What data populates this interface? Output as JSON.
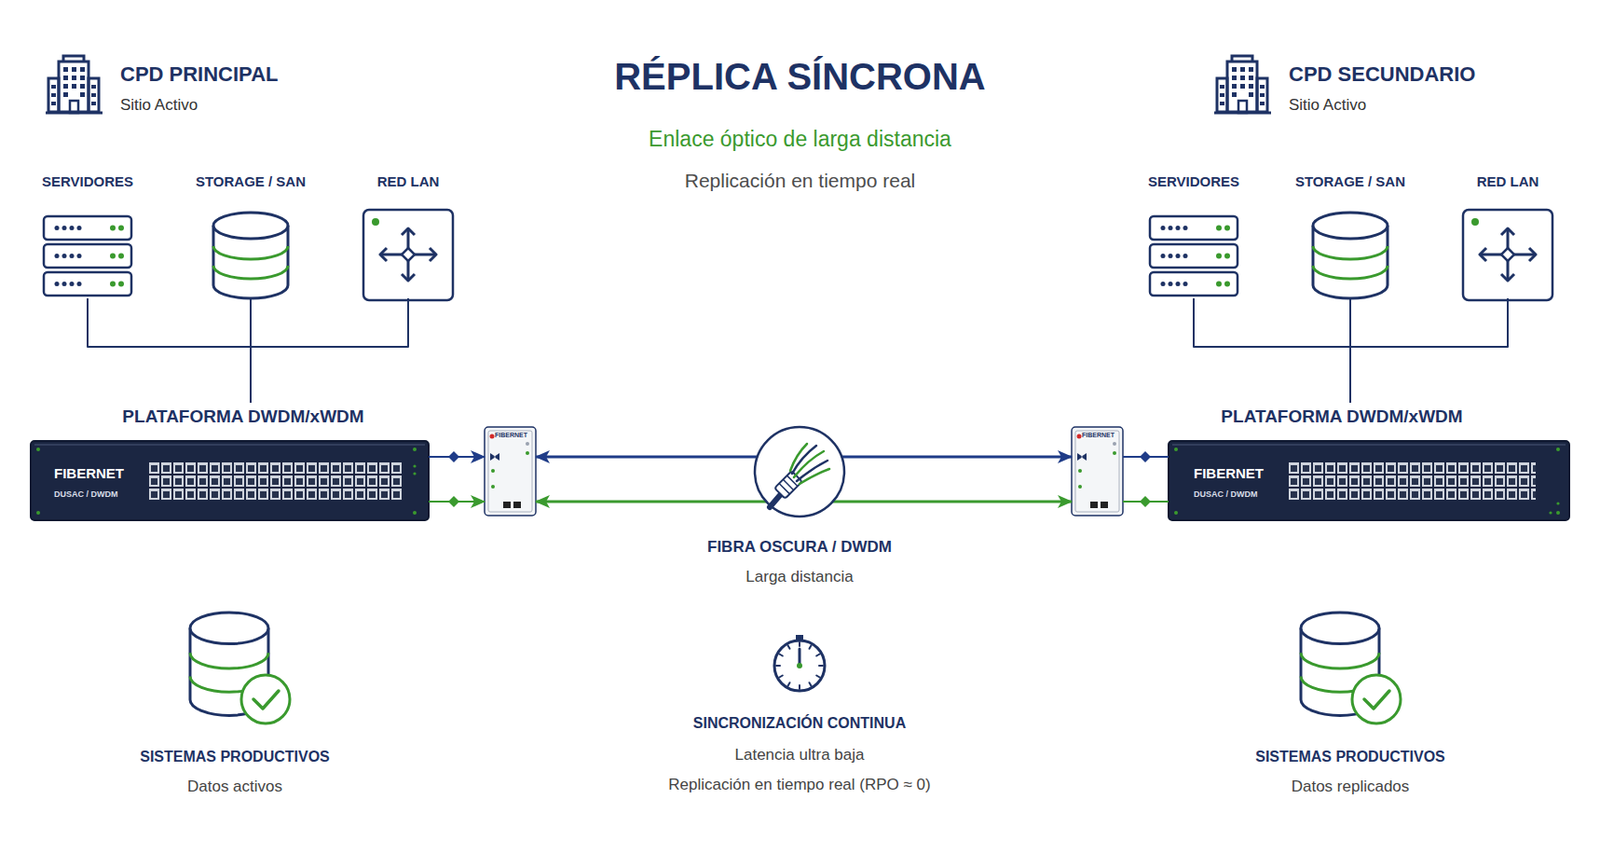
{
  "diagram": {
    "title": "RÉPLICA SÍNCRONA",
    "nodes": [
      {
        "text": [
          "CPD PRINCIPAL",
          "Sitio Activo"
        ]
      },
      {
        "text": [
          "CPD SECUNDARIO",
          "Sitio Activo"
        ]
      },
      {
        "text": [
          "SERVIDORES"
        ]
      },
      {
        "text": [
          "STORAGE / SAN"
        ]
      },
      {
        "text": [
          "RED LAN"
        ]
      },
      {
        "text": [
          "SERVIDORES"
        ]
      },
      {
        "text": [
          "STORAGE / SAN"
        ]
      },
      {
        "text": [
          "RED LAN"
        ]
      },
      {
        "text": [
          "PLATAFORMA DWDM/xWDM",
          "FIBERNET",
          "DUSAC / DWDM"
        ]
      },
      {
        "text": [
          "FIBERNET"
        ]
      },
      {
        "text": [
          "FIBRA OSCURA / DWDM",
          "Larga distancia"
        ]
      },
      {
        "text": [
          "FIBERNET"
        ]
      },
      {
        "text": [
          "PLATAFORMA DWDM/xWDM",
          "FIBERNET",
          "DUSAC / DWDM"
        ]
      },
      {
        "text": [
          "SISTEMAS PRODUCTIVOS",
          "Datos activos"
        ]
      },
      {
        "text": [
          "SINCRONIZACIÓN CONTINUA",
          "Latencia ultra baja",
          "Replicación en tiempo real (RPO ≈ 0)"
        ]
      },
      {
        "text": [
          "SISTEMAS PRODUCTIVOS",
          "Datos replicados"
        ]
      }
    ],
    "edges": [
      {
        "from": 2,
        "to": 8,
        "arrow": "none"
      },
      {
        "from": 3,
        "to": 8,
        "arrow": "none"
      },
      {
        "from": 4,
        "to": 8,
        "arrow": "none"
      },
      {
        "from": 5,
        "to": 12,
        "arrow": "none"
      },
      {
        "from": 6,
        "to": 12,
        "arrow": "none"
      },
      {
        "from": 7,
        "to": 12,
        "arrow": "none"
      },
      {
        "from": 8,
        "to": 9,
        "arrow": "to"
      },
      {
        "from": 8,
        "to": 9,
        "arrow": "to"
      },
      {
        "from": 9,
        "to": 11,
        "arrow": "both"
      },
      {
        "from": 9,
        "to": 11,
        "arrow": "both"
      },
      {
        "from": 11,
        "to": 12,
        "arrow": "none"
      },
      {
        "from": 11,
        "to": 12,
        "arrow": "none"
      }
    ],
    "labels": [
      "Enlace óptico de larga distancia",
      "Replicación en tiempo real"
    ]
  }
}
